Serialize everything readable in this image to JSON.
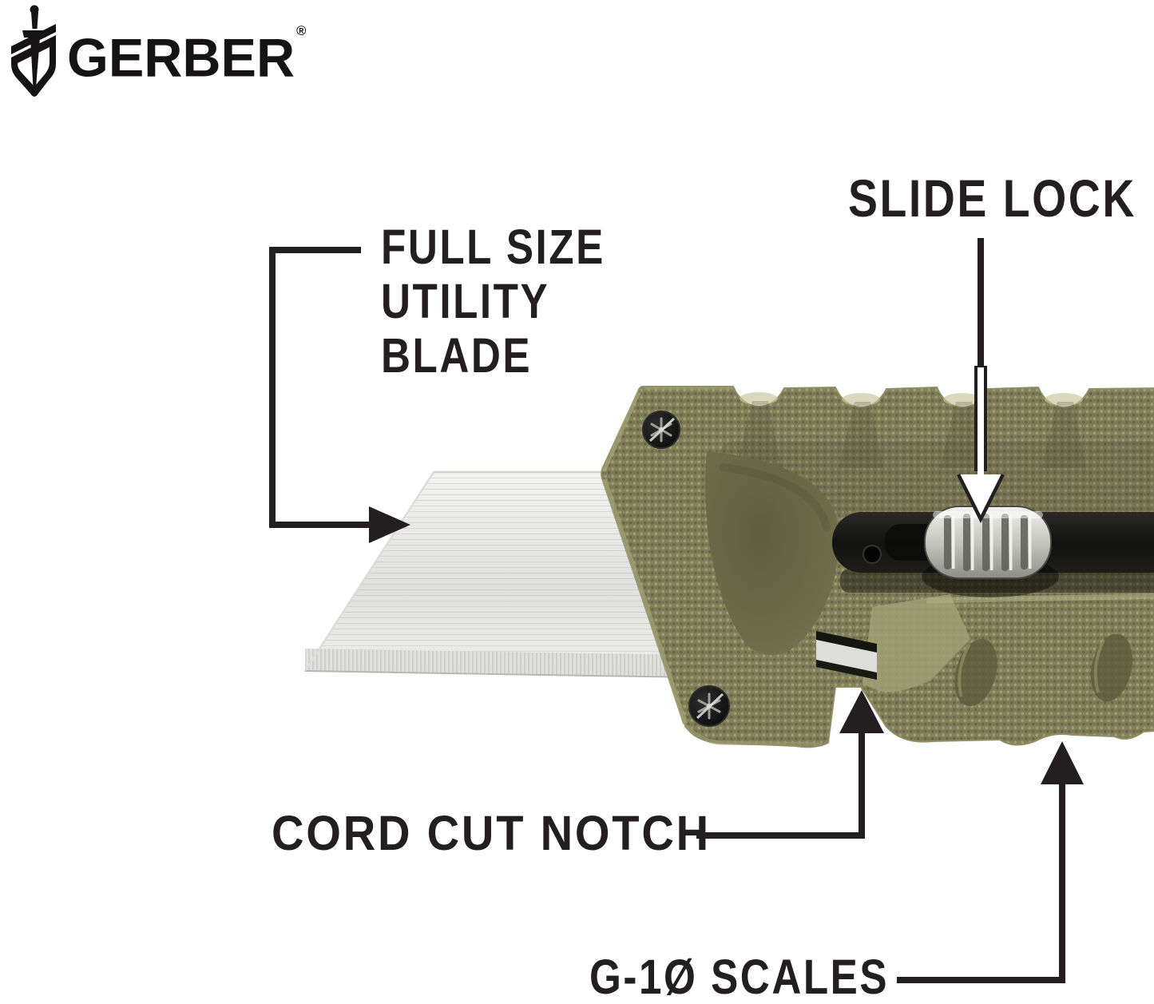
{
  "brand": {
    "name": "GERBER",
    "registered_mark": "®"
  },
  "callouts": {
    "utility_blade": {
      "line1": "FULL SIZE",
      "line2": "UTILITY",
      "line3": "BLADE"
    },
    "slide_lock": {
      "label": "SLIDE LOCK"
    },
    "cord_cut_notch": {
      "label": "CORD CUT NOTCH"
    },
    "g10_scales": {
      "label": "G-1Ø SCALES"
    }
  },
  "colors": {
    "text": "#231f20",
    "background": "#ffffff",
    "handle_olive": "#7f7e58",
    "handle_highlight": "#9d9c72",
    "handle_shadow": "#67664a",
    "channel_black": "#191916",
    "slide_button_silver": "#d9d9d5",
    "blade_silver": "#ececea",
    "screw_black": "#141414"
  }
}
